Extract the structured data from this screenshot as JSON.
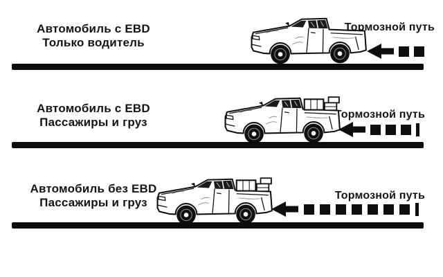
{
  "diagram": {
    "title_implicit": "EBD braking distance comparison",
    "colors": {
      "ink": "#101010",
      "road": "#0c0c0c",
      "background": "#ffffff"
    },
    "rows": [
      {
        "vehicle_label_line1": "Автомобиль с EBD",
        "vehicle_label_line2": "Только водитель",
        "braking_label": "Тормозной путь",
        "has_cargo": false,
        "brake_dash_count": 2,
        "brake_end_tick": false
      },
      {
        "vehicle_label_line1": "Автомобиль с EBD",
        "vehicle_label_line2": "Пассажиры и груз",
        "braking_label": "Тормозной путь",
        "has_cargo": true,
        "brake_dash_count": 3,
        "brake_end_tick": true
      },
      {
        "vehicle_label_line1": "Автомобиль без EBD",
        "vehicle_label_line2": "Пассажиры и груз",
        "braking_label": "Тормозной путь",
        "has_cargo": true,
        "brake_dash_count": 7,
        "brake_end_tick": true
      }
    ]
  }
}
